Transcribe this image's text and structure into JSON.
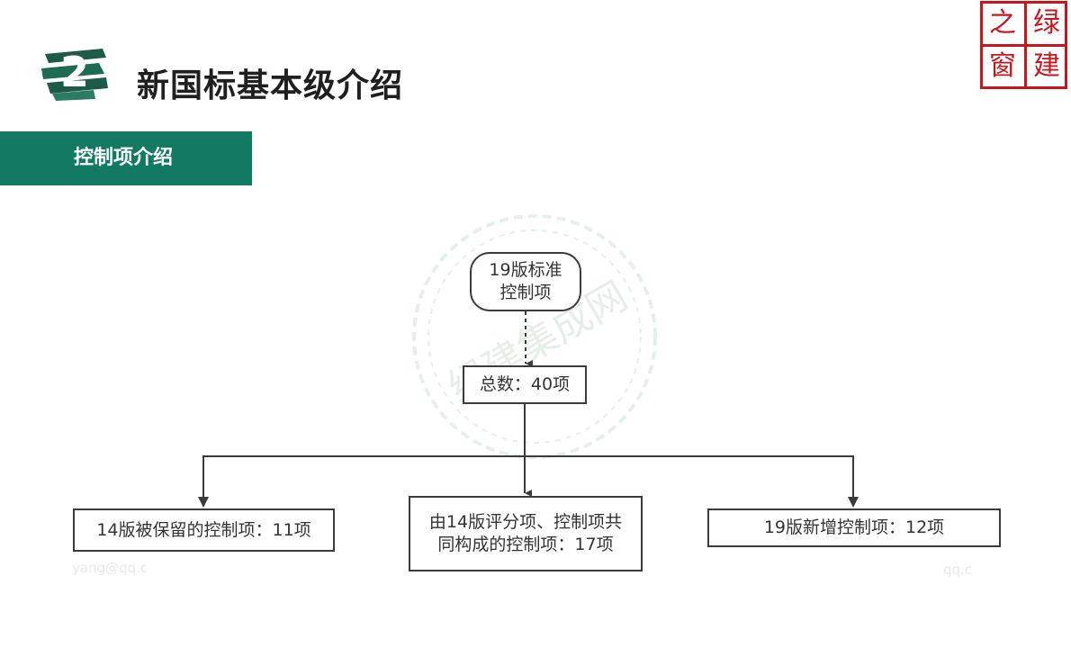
{
  "header": {
    "badge_number": "2",
    "title": "新国标基本级介绍"
  },
  "logo": {
    "chars": [
      "之",
      "绿",
      "窗",
      "建"
    ]
  },
  "section": {
    "label": "控制项介绍"
  },
  "diagram": {
    "root": "19版标准\n控制项",
    "total": "总数：40项",
    "children": [
      "14版被保留的控制项：11项",
      "由14版评分项、控制项共\n同构成的控制项：17项",
      "19版新增控制项：12项"
    ]
  },
  "watermark": {
    "text": "绿建集成网",
    "edge_left": "yang@qq.c",
    "edge_right": "qq.c"
  },
  "colors": {
    "accent_green": "#127a63",
    "logo_red": "#c8161d",
    "line": "#3b3b3b"
  }
}
